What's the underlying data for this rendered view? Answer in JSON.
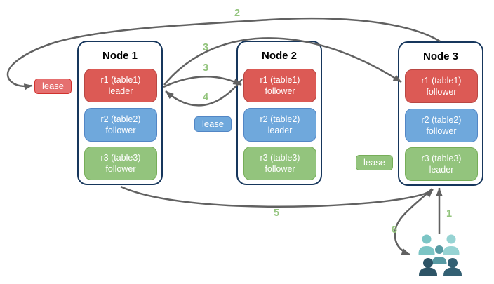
{
  "nodes": [
    {
      "title": "Node 1",
      "replicas": [
        {
          "name": "r1 (table1)",
          "role": "leader",
          "color": "red"
        },
        {
          "name": "r2 (table2)",
          "role": "follower",
          "color": "blue"
        },
        {
          "name": "r3 (table3)",
          "role": "follower",
          "color": "green"
        }
      ]
    },
    {
      "title": "Node 2",
      "replicas": [
        {
          "name": "r1 (table1)",
          "role": "follower",
          "color": "red"
        },
        {
          "name": "r2 (table2)",
          "role": "leader",
          "color": "blue"
        },
        {
          "name": "r3 (table3)",
          "role": "follower",
          "color": "green"
        }
      ]
    },
    {
      "title": "Node 3",
      "replicas": [
        {
          "name": "r1 (table1)",
          "role": "follower",
          "color": "red"
        },
        {
          "name": "r2 (table2)",
          "role": "follower",
          "color": "blue"
        },
        {
          "name": "r3 (table3)",
          "role": "leader",
          "color": "green"
        }
      ]
    }
  ],
  "leases": [
    {
      "label": "lease",
      "color": "red"
    },
    {
      "label": "lease",
      "color": "blue"
    },
    {
      "label": "lease",
      "color": "green"
    }
  ],
  "step_labels": {
    "s1": "1",
    "s2": "2",
    "s3a": "3",
    "s3b": "3",
    "s4": "4",
    "s5": "5",
    "s6": "6"
  },
  "icons": {
    "users": "users-group-icon"
  },
  "colors": {
    "replica_red": "#dc5a55",
    "replica_red_border": "#b94743",
    "replica_blue": "#6fa8dc",
    "replica_blue_border": "#5286c5",
    "replica_green": "#93c47d",
    "replica_green_border": "#76ad58",
    "lease_red": "#e57070",
    "lease_red_border": "#d0312d",
    "node_border": "#16365c",
    "arrow": "#616161",
    "step_label": "#93c47d",
    "users_back": "#7cc5c5",
    "users_back_right": "#96d3d3",
    "users_middle": "#579aa3",
    "users_front_left": "#2d5466",
    "users_front_right": "#336073"
  }
}
